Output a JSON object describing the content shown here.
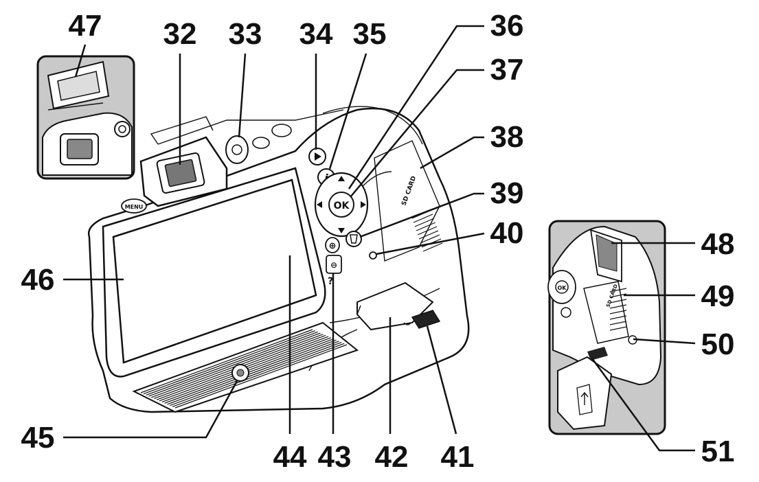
{
  "labels": {
    "n32": "32",
    "n33": "33",
    "n34": "34",
    "n35": "35",
    "n36": "36",
    "n37": "37",
    "n38": "38",
    "n39": "39",
    "n40": "40",
    "n41": "41",
    "n42": "42",
    "n43": "43",
    "n44": "44",
    "n45": "45",
    "n46": "46",
    "n47": "47",
    "n48": "48",
    "n49": "49",
    "n50": "50",
    "n51": "51"
  },
  "camera_marks": {
    "menu": "MENU",
    "ok": "OK",
    "info": "i",
    "help": "?",
    "sd_card": "SD CARD",
    "zoom_in": "⊕",
    "zoom_out": "⊖"
  },
  "colors": {
    "ink": "#111111",
    "inset_fill": "#c9c9c9",
    "background": "#ffffff"
  }
}
